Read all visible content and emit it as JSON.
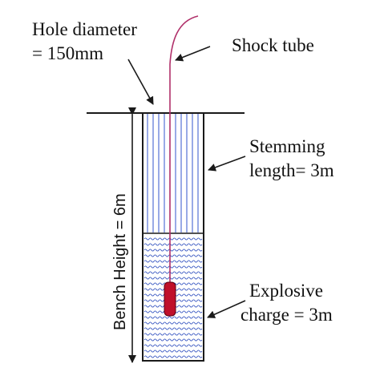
{
  "labels": {
    "hole_diameter_line1": "Hole diameter",
    "hole_diameter_line2": "= 150mm",
    "shock_tube": "Shock tube",
    "stemming_line1": "Stemming",
    "stemming_line2": "length= 3m",
    "explosive_line1": "Explosive",
    "explosive_line2": "charge = 3m",
    "bench_height": "Bench Height = 6m"
  },
  "colors": {
    "line": "#1a1a1a",
    "stemming_lines": "#3355cc",
    "shock_tube": "#b0306a",
    "charge_fill": "#c0102a",
    "wave": "#2244bb"
  }
}
